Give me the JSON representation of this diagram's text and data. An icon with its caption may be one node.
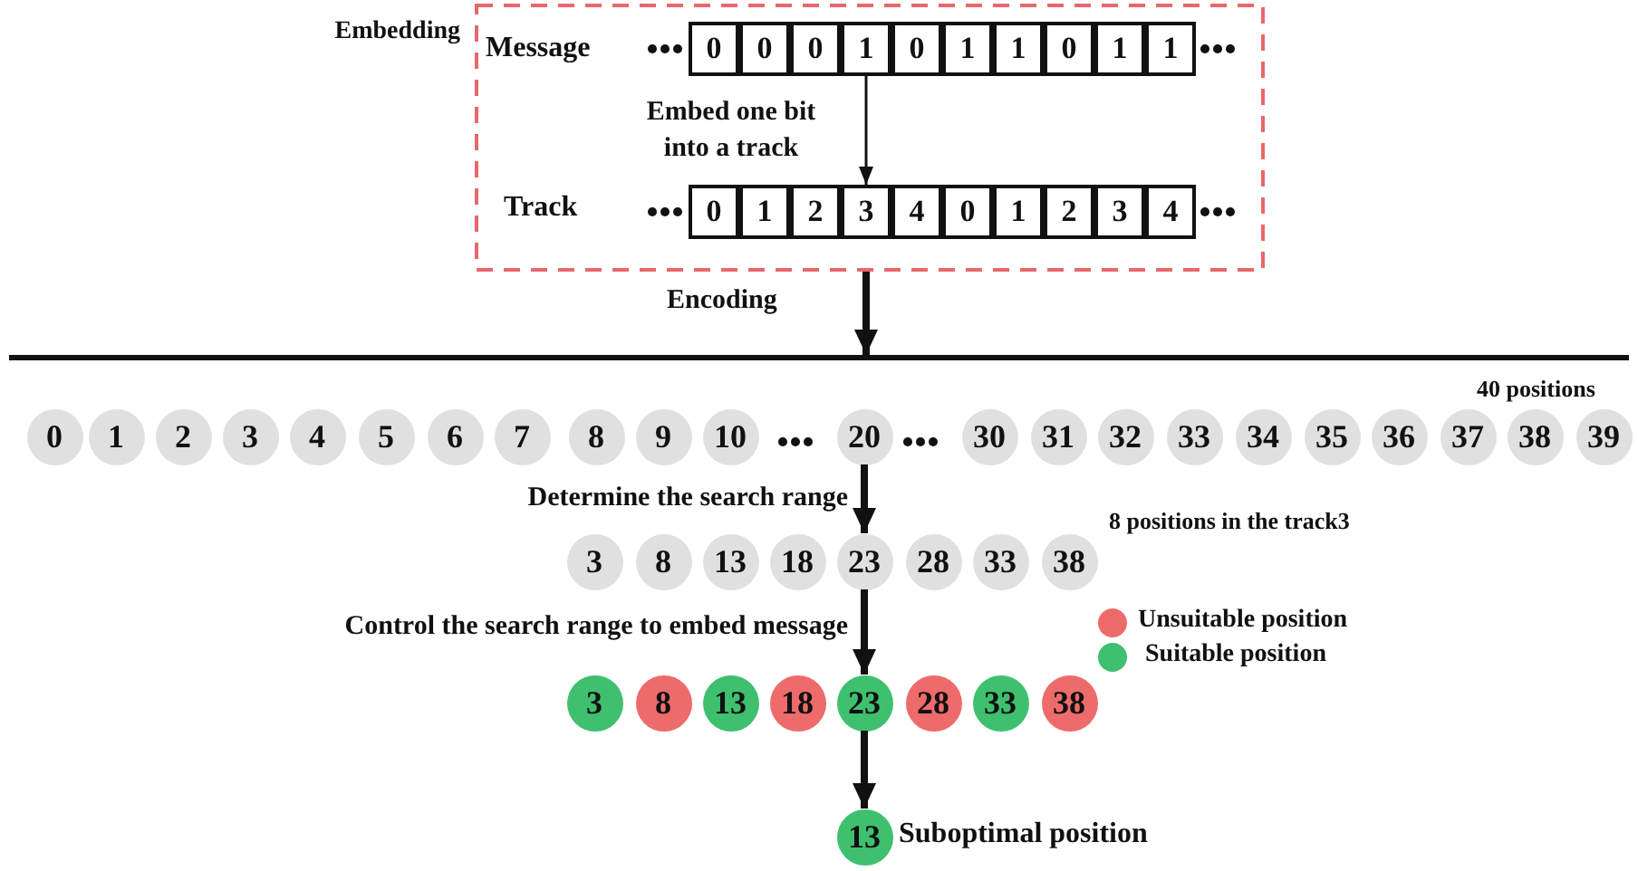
{
  "diagram": {
    "nodes": [
      {
        "text": [
          "Embedding"
        ]
      },
      {
        "text": [
          "0"
        ],
        "in": 0
      },
      {
        "text": [
          "0"
        ],
        "in": 0
      },
      {
        "text": [
          "0"
        ],
        "in": 0
      },
      {
        "text": [
          "1"
        ],
        "in": 0
      },
      {
        "text": [
          "0"
        ],
        "in": 0
      },
      {
        "text": [
          "1"
        ],
        "in": 0
      },
      {
        "text": [
          "1"
        ],
        "in": 0
      },
      {
        "text": [
          "0"
        ],
        "in": 0
      },
      {
        "text": [
          "1"
        ],
        "in": 0
      },
      {
        "text": [
          "1"
        ],
        "in": 0
      },
      {
        "text": [
          "0"
        ],
        "in": 0
      },
      {
        "text": [
          "1"
        ],
        "in": 0
      },
      {
        "text": [
          "2"
        ],
        "in": 0
      },
      {
        "text": [
          "3"
        ],
        "in": 0
      },
      {
        "text": [
          "4"
        ],
        "in": 0
      },
      {
        "text": [
          "0"
        ],
        "in": 0
      },
      {
        "text": [
          "1"
        ],
        "in": 0
      },
      {
        "text": [
          "2"
        ],
        "in": 0
      },
      {
        "text": [
          "3"
        ],
        "in": 0
      },
      {
        "text": [
          "4"
        ],
        "in": 0
      },
      {
        "text": [],
        "shape": "bar"
      },
      {
        "text": [
          "0"
        ]
      },
      {
        "text": [
          "1"
        ]
      },
      {
        "text": [
          "2"
        ]
      },
      {
        "text": [
          "3"
        ]
      },
      {
        "text": [
          "4"
        ]
      },
      {
        "text": [
          "5"
        ]
      },
      {
        "text": [
          "6"
        ]
      },
      {
        "text": [
          "7"
        ]
      },
      {
        "text": [
          "8"
        ]
      },
      {
        "text": [
          "9"
        ]
      },
      {
        "text": [
          "10"
        ]
      },
      {
        "text": [
          "20"
        ]
      },
      {
        "text": [
          "30"
        ]
      },
      {
        "text": [
          "31"
        ]
      },
      {
        "text": [
          "32"
        ]
      },
      {
        "text": [
          "33"
        ]
      },
      {
        "text": [
          "34"
        ]
      },
      {
        "text": [
          "35"
        ]
      },
      {
        "text": [
          "36"
        ]
      },
      {
        "text": [
          "37"
        ]
      },
      {
        "text": [
          "38"
        ]
      },
      {
        "text": [
          "39"
        ]
      },
      {
        "text": [
          "3"
        ]
      },
      {
        "text": [
          "8"
        ]
      },
      {
        "text": [
          "13"
        ]
      },
      {
        "text": [
          "18"
        ]
      },
      {
        "text": [
          "23"
        ]
      },
      {
        "text": [
          "28"
        ]
      },
      {
        "text": [
          "33"
        ]
      },
      {
        "text": [
          "38"
        ]
      },
      {
        "text": [
          "3"
        ]
      },
      {
        "text": [
          "8"
        ]
      },
      {
        "text": [
          "13"
        ]
      },
      {
        "text": [
          "18"
        ]
      },
      {
        "text": [
          "23"
        ]
      },
      {
        "text": [
          "28"
        ]
      },
      {
        "text": [
          "33"
        ]
      },
      {
        "text": [
          "38"
        ]
      },
      {
        "text": [
          "13"
        ],
        "beside": [
          "Suboptimal position"
        ]
      }
    ],
    "edges": [
      {
        "from": 4,
        "to": 14,
        "arrow": "to",
        "label": "Embed one bit into a track"
      },
      {
        "from": 0,
        "to": 21,
        "arrow": "to",
        "label": "Encoding"
      },
      {
        "from": 33,
        "to": 48,
        "arrow": "to",
        "label": "Determine the search range"
      },
      {
        "from": 48,
        "to": 56,
        "arrow": "to",
        "label": "Control the search range to embed message"
      },
      {
        "from": 56,
        "to": 60,
        "arrow": "to"
      }
    ],
    "labels": [
      "Message",
      "Track",
      "40 positions",
      "8 positions in the track3"
    ],
    "legend": [
      {
        "text": "Unsuitable position",
        "color": "#ee6b6b"
      },
      {
        "text": "Suitable position",
        "color": "#3fc06f"
      }
    ]
  }
}
